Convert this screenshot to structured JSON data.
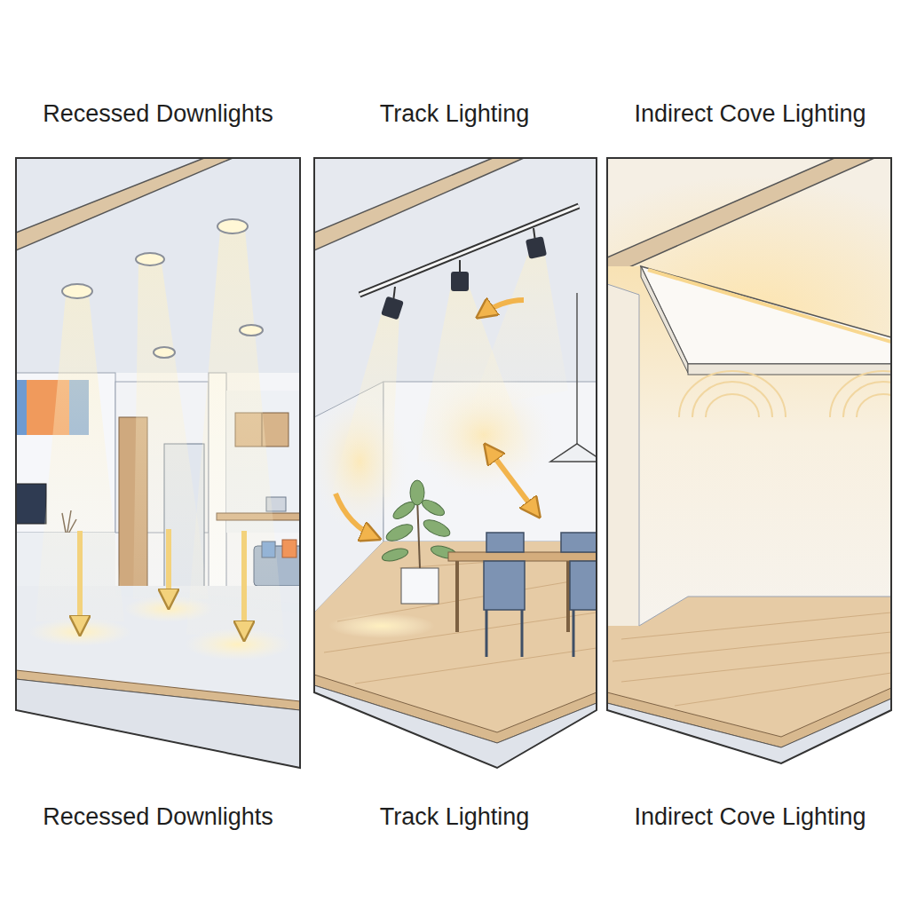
{
  "diagram": {
    "labels": [
      "Recessed Downlights",
      "Track Lighting",
      "Indirect Cove Lighting",
      "Recessed Downlights",
      "Track Lighting",
      "Indirect Cove Lighting"
    ]
  }
}
